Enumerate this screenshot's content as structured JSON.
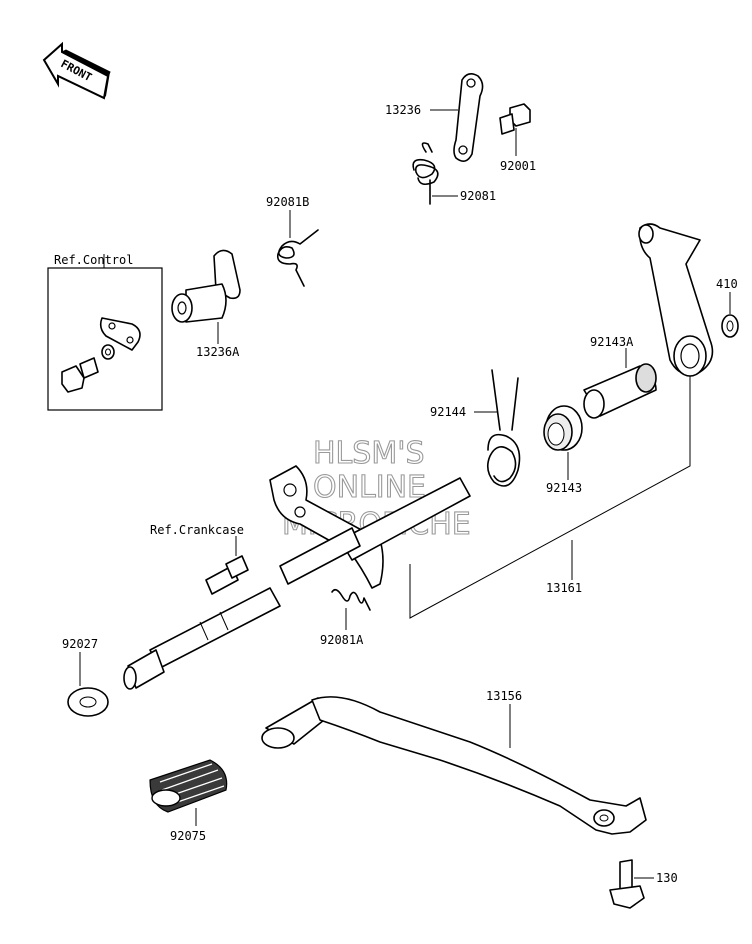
{
  "front_arrow": {
    "text": "FRONT"
  },
  "watermark": {
    "line1": "HLSM'S",
    "line2": "ONLINE",
    "line3": "MICROFICHE"
  },
  "labels": {
    "p13236": "13236",
    "p92001": "92001",
    "p92081": "92081",
    "p92081B": "92081B",
    "ref_control": "Ref.Control",
    "p13236A": "13236A",
    "p410": "410",
    "p92143A": "92143A",
    "p92144": "92144",
    "p92143": "92143",
    "ref_crankcase": "Ref.Crankcase",
    "p13161": "13161",
    "p92081A": "92081A",
    "p92027": "92027",
    "p13156": "13156",
    "p92075": "92075",
    "p130": "130"
  }
}
